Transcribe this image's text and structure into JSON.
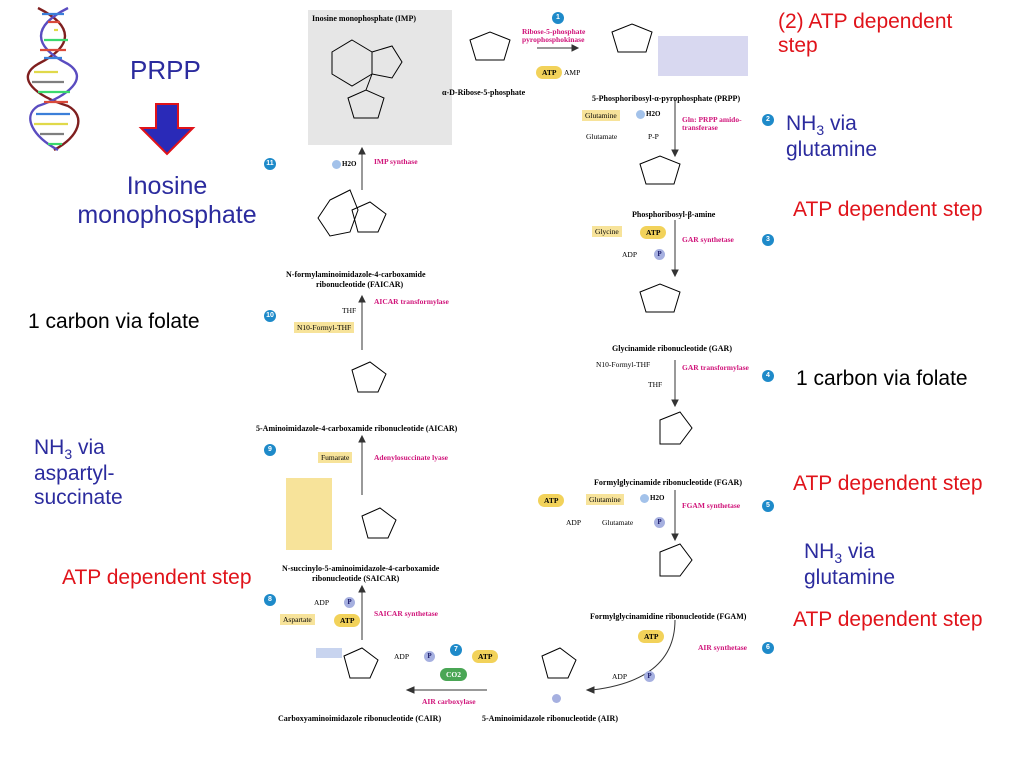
{
  "slide": {
    "left_labels": {
      "prpp": "PRPP",
      "inosine": "Inosine monophosphate",
      "one_carbon_left": "1 carbon via folate",
      "nh3_aspartyl_main": "NH",
      "nh3_aspartyl_sub": "3",
      "nh3_aspartyl_rest": " via aspartyl-succinate",
      "atp_left": "ATP dependent step"
    },
    "right_labels": {
      "atp_1": "(2) ATP dependent step",
      "nh3_1_main": "NH",
      "nh3_1_sub": "3",
      "nh3_1_rest": " via glutamine",
      "atp_2": "ATP dependent step",
      "one_carbon_right": "1 carbon via folate",
      "atp_3": "ATP dependent step",
      "nh3_2_main": "NH",
      "nh3_2_sub": "3",
      "nh3_2_rest": " via glutamine",
      "atp_4": "ATP dependent step"
    },
    "colors": {
      "red": "#e0131a",
      "blue": "#2b2b9e",
      "enzyme_magenta": "#d0147a",
      "step_blue": "#1e8ac9",
      "arrow_fill": "#2a2ab8",
      "arrow_outline": "#e0131a"
    }
  },
  "diagram": {
    "compounds": {
      "imp": "Inosine monophosphate (IMP)",
      "r5p": "α-D-Ribose-5-phosphate",
      "prpp": "5-Phosphoribosyl-α-pyrophosphate (PRPP)",
      "pra": "Phosphoribosyl-β-amine",
      "gar": "Glycinamide ribonucleotide (GAR)",
      "fgar": "Formylglycinamide ribonucleotide (FGAR)",
      "fgam": "Formylglycinamidine ribonucleotide (FGAM)",
      "air": "5-Aminoimidazole ribonucleotide (AIR)",
      "cair": "Carboxyaminoimidazole ribonucleotide (CAIR)",
      "saicar_1": "N-succinylo-5-aminoimidazole-4-carboxamide",
      "saicar_2": "ribonucleotide (SAICAR)",
      "aicar": "5-Aminoimidazole-4-carboxamide ribonucleotide (AICAR)",
      "faicar_1": "N-formylaminoimidazole-4-carboxamide",
      "faicar_2": "ribonucleotide (FAICAR)"
    },
    "enzymes": {
      "e1": "Ribose-5-phosphate pyrophosphokinase",
      "e2": "Gln: PRPP amido-transferase",
      "e3": "GAR synthetase",
      "e4": "GAR transformylase",
      "e5": "FGAM synthetase",
      "e6": "AIR synthetase",
      "e7": "AIR carboxylase",
      "e8": "SAICAR synthetase",
      "e9": "Adenylosuccinate lyase",
      "e10": "AICAR transformylase",
      "e11": "IMP synthase"
    },
    "steps": [
      "1",
      "2",
      "3",
      "4",
      "5",
      "6",
      "7",
      "8",
      "9",
      "10",
      "11"
    ],
    "reagents": {
      "atp": "ATP",
      "amp": "AMP",
      "adp": "ADP",
      "h2o": "H2O",
      "p": "P",
      "pp": "P-P",
      "co2": "CO2",
      "glutamine": "Glutamine",
      "glutamate": "Glutamate",
      "glycine": "Glycine",
      "n10_formyl_thf": "N10-Formyl-THF",
      "thf": "THF",
      "fumarate": "Fumarate",
      "aspartate": "Aspartate",
      "plus": "+"
    }
  }
}
